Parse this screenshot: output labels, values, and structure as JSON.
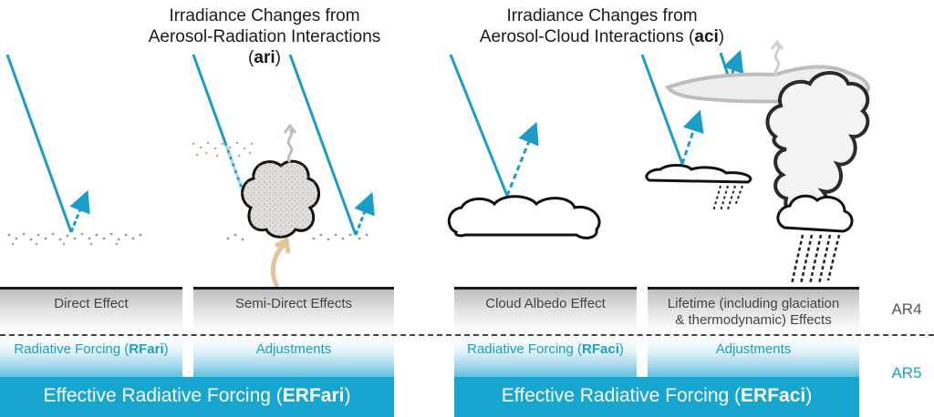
{
  "titles": {
    "ari": {
      "line1": "Irradiance Changes from",
      "line2_pre": "Aerosol-Radiation Interactions (",
      "line2_bold": "ari",
      "line2_post": ")"
    },
    "aci": {
      "line1": "Irradiance Changes from",
      "line2_pre": "Aerosol-Cloud Interactions (",
      "line2_bold": "aci",
      "line2_post": ")"
    }
  },
  "ar4": {
    "label": "AR4",
    "direct_effect": "Direct Effect",
    "semi_direct_effects": "Semi-Direct Effects",
    "cloud_albedo_effect": "Cloud Albedo Effect",
    "lifetime_line1": "Lifetime (including glaciation",
    "lifetime_line2": "& thermodynamic) Effects"
  },
  "ar5": {
    "label": "AR5",
    "rf_ari_pre": "Radiative Forcing (",
    "rf_ari_bold": "RFari",
    "rf_ari_post": ")",
    "adjustments_ari": "Adjustments",
    "rf_aci_pre": "Radiative Forcing (",
    "rf_aci_bold": "RFaci",
    "rf_aci_post": ")",
    "adjustments_aci": "Adjustments",
    "erf_ari_pre": "Effective Radiative Forcing (",
    "erf_ari_bold": "ERFari",
    "erf_ari_post": ")",
    "erf_aci_pre": "Effective Radiative Forcing (",
    "erf_aci_bold": "ERFaci",
    "erf_aci_post": ")"
  },
  "colors": {
    "sun_ray": "#1a9dc8",
    "ar_label": "#555555",
    "ar5_label": "#1a9dc8",
    "erf_band": "#16a6d0"
  }
}
